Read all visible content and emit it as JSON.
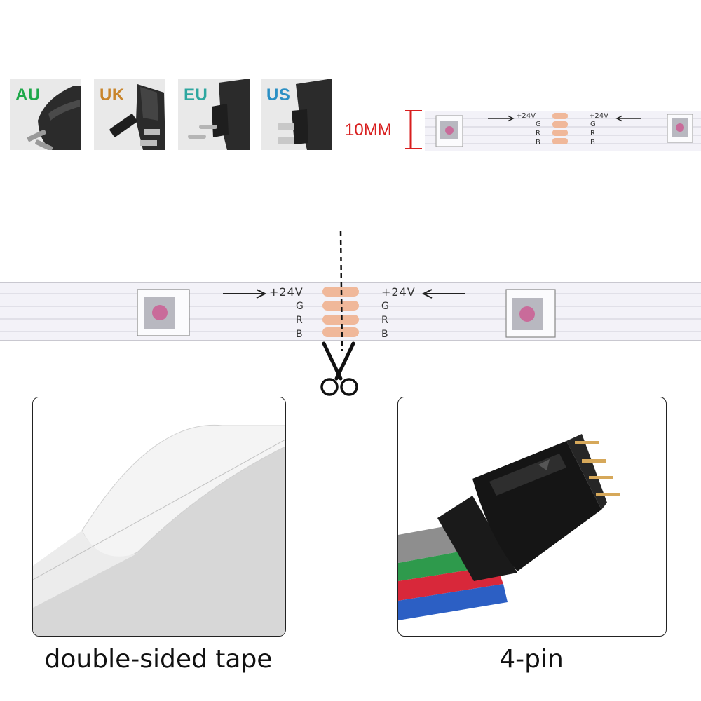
{
  "plugs": [
    {
      "label": "AU",
      "color": "#1fa84a"
    },
    {
      "label": "UK",
      "color": "#c9852b"
    },
    {
      "label": "EU",
      "color": "#2ea7a0"
    },
    {
      "label": "US",
      "color": "#2b8fc4"
    }
  ],
  "dimension_label": "10MM",
  "dimension_color": "#d81e1e",
  "strip": {
    "voltage_left": "+24V",
    "voltage_right": "+24V",
    "channels": [
      "G",
      "R",
      "B"
    ],
    "pad_color": "#f0b89a"
  },
  "captions": {
    "tape": "double-sided tape",
    "connector": "4-pin"
  },
  "wire_colors": [
    "#8e8e8e",
    "#2e9a4c",
    "#d8283a",
    "#2c5fc4"
  ]
}
